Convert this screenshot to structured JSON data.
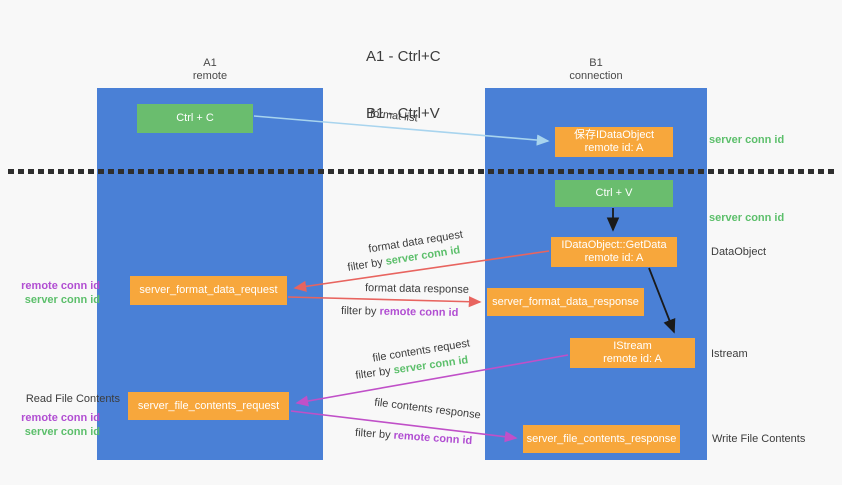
{
  "title": {
    "line1": "A1 - Ctrl+C",
    "line2": "B1 - Ctrl+V"
  },
  "lanes": {
    "left": {
      "name": "A1",
      "role": "remote"
    },
    "right": {
      "name": "B1",
      "role": "connection"
    }
  },
  "nodes": {
    "ctrl_c": {
      "label": "Ctrl + C"
    },
    "ctrl_v": {
      "label": "Ctrl + V"
    },
    "save_idataobject": {
      "line1": "保存IDataObject",
      "line2": "remote id: A"
    },
    "getdata": {
      "line1": "IDataObject::GetData",
      "line2": "remote id: A"
    },
    "istream": {
      "line1": "IStream",
      "line2": "remote id: A"
    },
    "format_request": {
      "label": "server_format_data_request"
    },
    "format_response": {
      "label": "server_format_data_response"
    },
    "file_request": {
      "label": "server_file_contents_request"
    },
    "file_response": {
      "label": "server_file_contents_response"
    }
  },
  "annotations": {
    "server_conn_id_top": "server conn id",
    "server_conn_id_mid": "server conn id",
    "dataobject_label": "DataObject",
    "istream_label": "Istream",
    "write_file_contents": "Write File Contents",
    "read_file_contents": "Read File Contents",
    "left_remote_conn_id_1": "remote conn id",
    "left_server_conn_id_1": "server conn id",
    "left_remote_conn_id_2": "remote conn id",
    "left_server_conn_id_2": "server conn id"
  },
  "edges": {
    "format_list": {
      "label": "format list"
    },
    "format_data_request": {
      "label": "format data request",
      "filter_prefix": "filter by ",
      "filter_key": "server conn id"
    },
    "format_data_response": {
      "label": "format data response",
      "filter_prefix": "filter by ",
      "filter_key": "remote conn id"
    },
    "file_contents_request": {
      "label": "file contents request",
      "filter_prefix": "filter by ",
      "filter_key": "server conn id"
    },
    "file_contents_response": {
      "label": "file contents response",
      "filter_prefix": "filter by ",
      "filter_key": "remote conn id"
    }
  },
  "colors": {
    "background": "#f8f8f8",
    "lane_blue": "#4a80d6",
    "box_green": "#6abd6e",
    "box_orange": "#f7a73c",
    "text_green": "#5cbf6b",
    "text_purple": "#b14ed2",
    "arrow_red": "#e8645f",
    "arrow_magenta": "#c050c8",
    "arrow_light_blue": "#a8d4ee",
    "arrow_black": "#1a1a1a"
  }
}
